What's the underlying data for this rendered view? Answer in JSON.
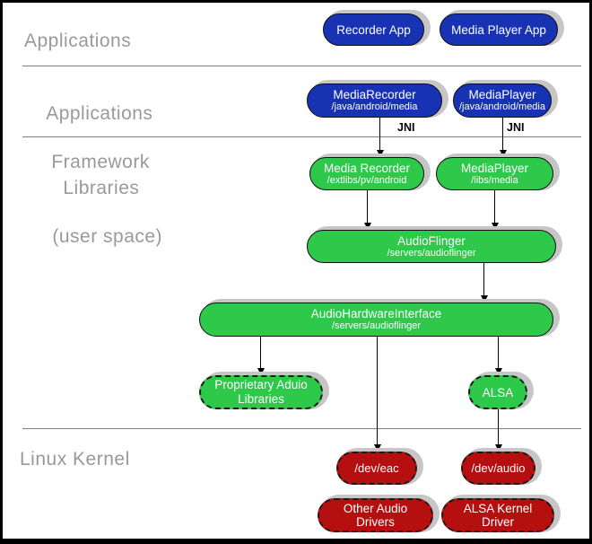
{
  "colors": {
    "blue": "#1732b3",
    "green": "#2ec84b",
    "red": "#b50f0f",
    "shadow": "#c6c6c6",
    "label_gray": "#999999",
    "divider_gray": "#7f7f7f",
    "border_black": "#000000"
  },
  "sections": {
    "applications": {
      "label": "Applications"
    },
    "framework": {
      "line1": "Applications",
      "line2": "Framework"
    },
    "libraries": {
      "line1": "Libraries",
      "line2": "(user space)"
    },
    "kernel": {
      "label": "Linux Kernel"
    }
  },
  "nodes": {
    "recorder_app": {
      "title": "Recorder App"
    },
    "media_player_app": {
      "title": "Media Player App"
    },
    "mediarecorder_fw": {
      "title": "MediaRecorder",
      "subtitle": "/java/android/media"
    },
    "mediaplayer_fw": {
      "title": "MediaPlayer",
      "subtitle": "/java/android/media"
    },
    "media_recorder_lib": {
      "title": "Media Recorder",
      "subtitle": "/extlibs/pv/android"
    },
    "mediaplayer_lib": {
      "title": "MediaPlayer",
      "subtitle": "/libs/media"
    },
    "audioflinger": {
      "title": "AudioFlinger",
      "subtitle": "/servers/audioflinger"
    },
    "audiohardwareinterface": {
      "title": "AudioHardwareInterface",
      "subtitle": "/servers/audioflinger"
    },
    "proprietary_audio_libraries": {
      "title": "Proprietary Aduio Libraries"
    },
    "alsa": {
      "title": "ALSA"
    },
    "dev_eac": {
      "title": "/dev/eac"
    },
    "dev_audio": {
      "title": "/dev/audio"
    },
    "other_audio_drivers": {
      "title": "Other Audio Drivers"
    },
    "alsa_kernel_driver": {
      "title": "ALSA Kernel Driver"
    }
  },
  "edges": [
    {
      "from": "mediarecorder_fw",
      "to": "media_recorder_lib",
      "label": "JNI"
    },
    {
      "from": "mediaplayer_fw",
      "to": "mediaplayer_lib",
      "label": "JNI"
    },
    {
      "from": "media_recorder_lib",
      "to": "audioflinger",
      "label": ""
    },
    {
      "from": "mediaplayer_lib",
      "to": "audioflinger",
      "label": ""
    },
    {
      "from": "audioflinger",
      "to": "audiohardwareinterface",
      "label": ""
    },
    {
      "from": "audiohardwareinterface",
      "to": "proprietary_audio_libraries",
      "label": ""
    },
    {
      "from": "audiohardwareinterface",
      "to": "dev_eac",
      "label": ""
    },
    {
      "from": "audiohardwareinterface",
      "to": "alsa",
      "label": ""
    },
    {
      "from": "alsa",
      "to": "dev_audio",
      "label": ""
    }
  ]
}
